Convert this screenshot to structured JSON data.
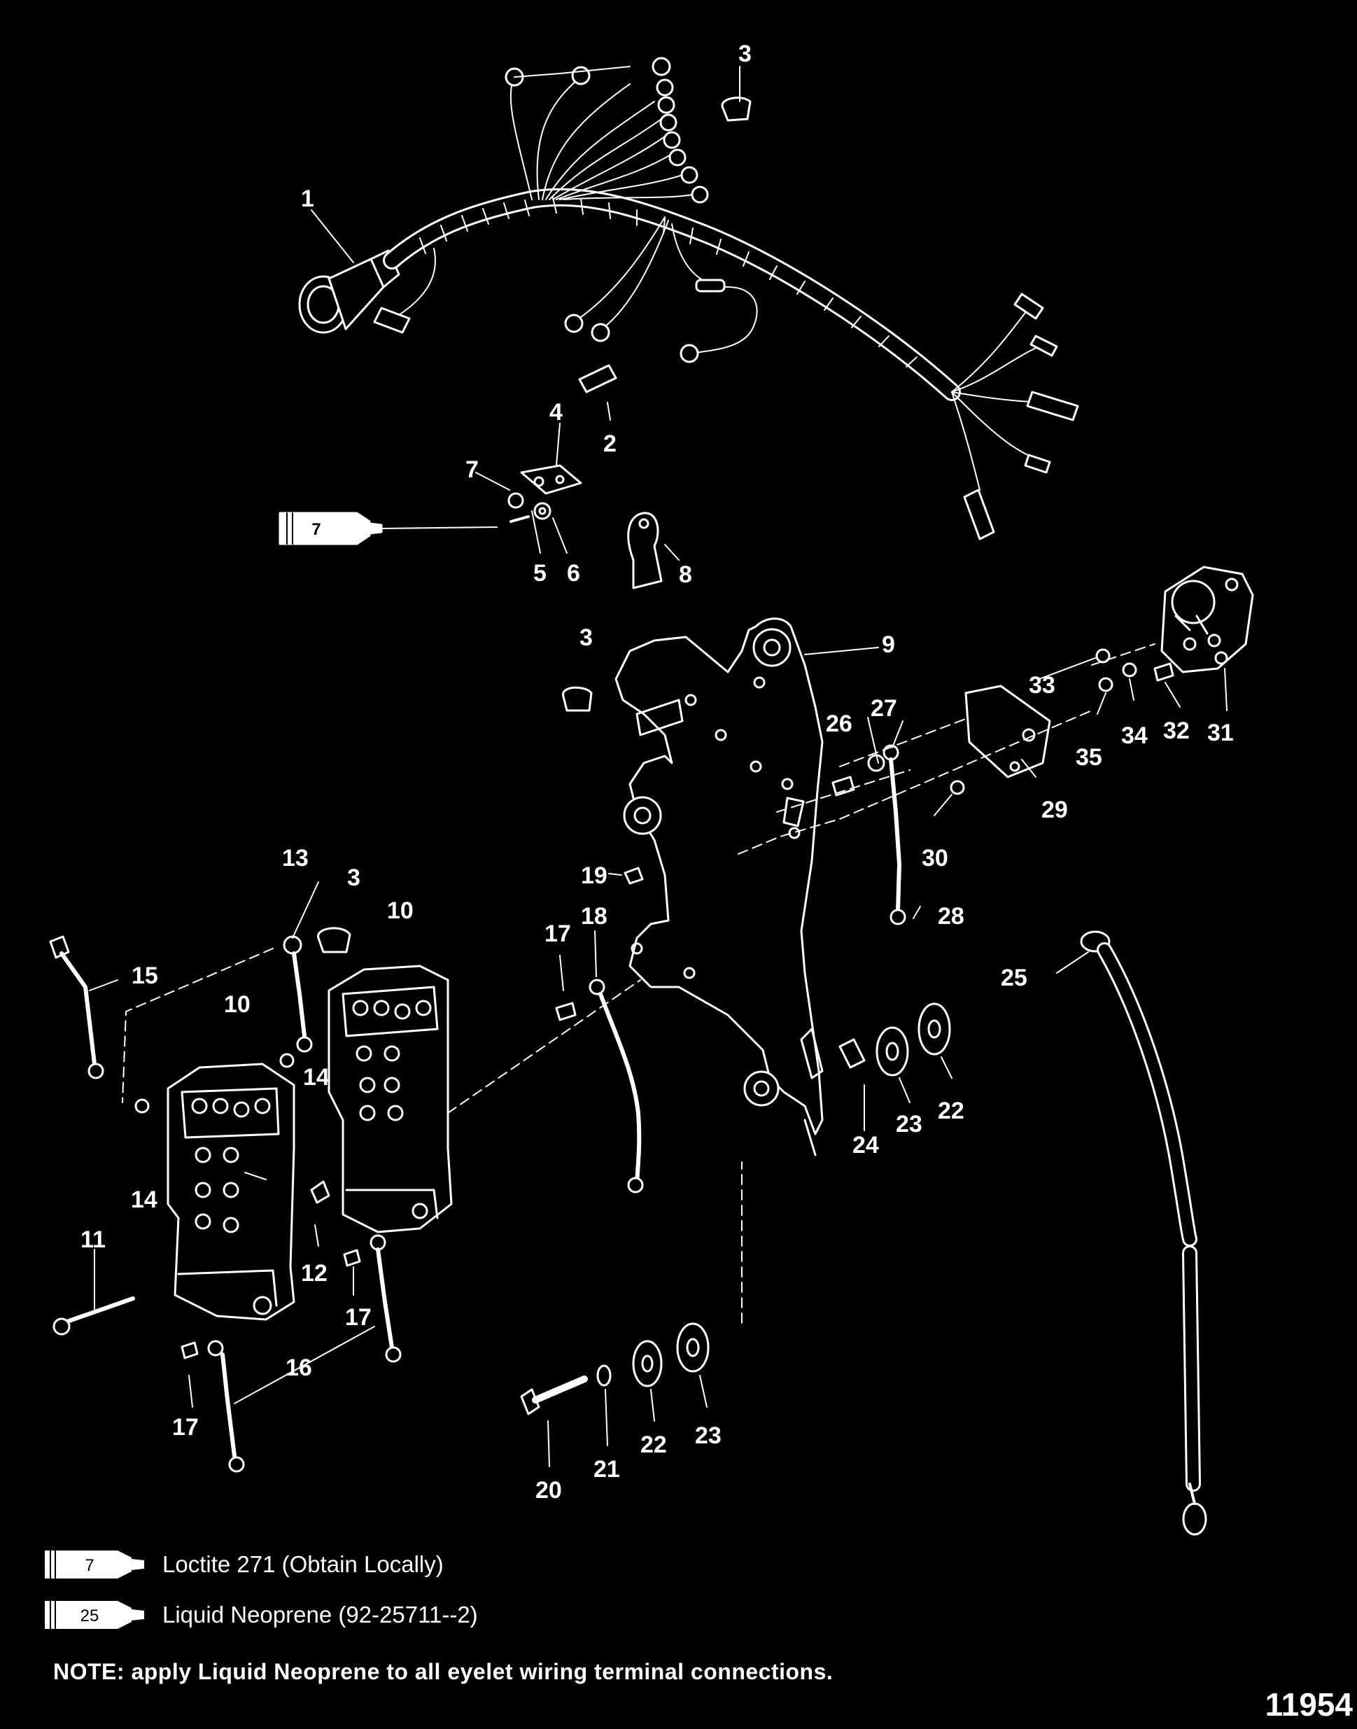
{
  "diagram": {
    "callouts": [
      {
        "id": "c1",
        "text": "1"
      },
      {
        "id": "c2",
        "text": "2"
      },
      {
        "id": "c3a",
        "text": "3"
      },
      {
        "id": "c3b",
        "text": "3"
      },
      {
        "id": "c3c",
        "text": "3"
      },
      {
        "id": "c4",
        "text": "4"
      },
      {
        "id": "c5",
        "text": "5"
      },
      {
        "id": "c6",
        "text": "6"
      },
      {
        "id": "c7",
        "text": "7"
      },
      {
        "id": "c8",
        "text": "8"
      },
      {
        "id": "c9",
        "text": "9"
      },
      {
        "id": "c10a",
        "text": "10"
      },
      {
        "id": "c10b",
        "text": "10"
      },
      {
        "id": "c11",
        "text": "11"
      },
      {
        "id": "c12",
        "text": "12"
      },
      {
        "id": "c13",
        "text": "13"
      },
      {
        "id": "c14a",
        "text": "14"
      },
      {
        "id": "c14b",
        "text": "14"
      },
      {
        "id": "c15",
        "text": "15"
      },
      {
        "id": "c16",
        "text": "16"
      },
      {
        "id": "c17a",
        "text": "17"
      },
      {
        "id": "c17b",
        "text": "17"
      },
      {
        "id": "c17c",
        "text": "17"
      },
      {
        "id": "c18",
        "text": "18"
      },
      {
        "id": "c19",
        "text": "19"
      },
      {
        "id": "c20",
        "text": "20"
      },
      {
        "id": "c21",
        "text": "21"
      },
      {
        "id": "c22a",
        "text": "22"
      },
      {
        "id": "c22b",
        "text": "22"
      },
      {
        "id": "c23a",
        "text": "23"
      },
      {
        "id": "c23b",
        "text": "23"
      },
      {
        "id": "c24",
        "text": "24"
      },
      {
        "id": "c25",
        "text": "25"
      },
      {
        "id": "c26",
        "text": "26"
      },
      {
        "id": "c27",
        "text": "27"
      },
      {
        "id": "c28",
        "text": "28"
      },
      {
        "id": "c29",
        "text": "29"
      },
      {
        "id": "c30",
        "text": "30"
      },
      {
        "id": "c31",
        "text": "31"
      },
      {
        "id": "c32",
        "text": "32"
      },
      {
        "id": "c33",
        "text": "33"
      },
      {
        "id": "c34",
        "text": "34"
      },
      {
        "id": "c35",
        "text": "35"
      }
    ],
    "sealant_tube_tag": "7"
  },
  "legend": {
    "items": [
      {
        "code": "7",
        "text": "Loctite 271 (Obtain Locally)"
      },
      {
        "code": "25",
        "text": "Liquid Neoprene (92-25711--2)"
      }
    ]
  },
  "note": "NOTE: apply Liquid Neoprene to all eyelet wiring terminal connections.",
  "figure_id": "11954"
}
